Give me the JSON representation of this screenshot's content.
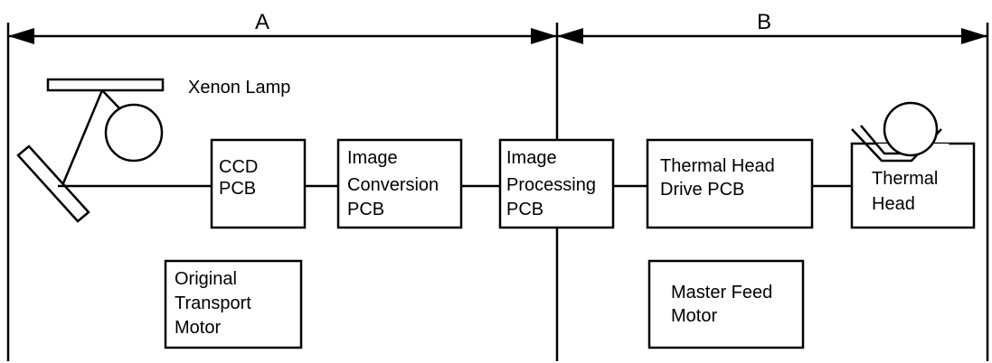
{
  "sections": {
    "a_label": "A",
    "b_label": "B"
  },
  "lamp": {
    "label": "Xenon Lamp"
  },
  "boxes": {
    "ccd": {
      "line1": "CCD",
      "line2": "PCB"
    },
    "image_conversion": {
      "line1": "Image",
      "line2": "Conversion",
      "line3": "PCB"
    },
    "image_processing": {
      "line1": "Image",
      "line2": "Processing",
      "line3": "PCB"
    },
    "thermal_head_drive": {
      "line1": "Thermal Head",
      "line2": "Drive PCB"
    },
    "thermal_head": {
      "line1": "Thermal",
      "line2": "Head"
    },
    "original_transport_motor": {
      "line1": "Original",
      "line2": "Transport",
      "line3": "Motor"
    },
    "master_feed_motor": {
      "line1": "Master Feed",
      "line2": "Motor"
    }
  }
}
